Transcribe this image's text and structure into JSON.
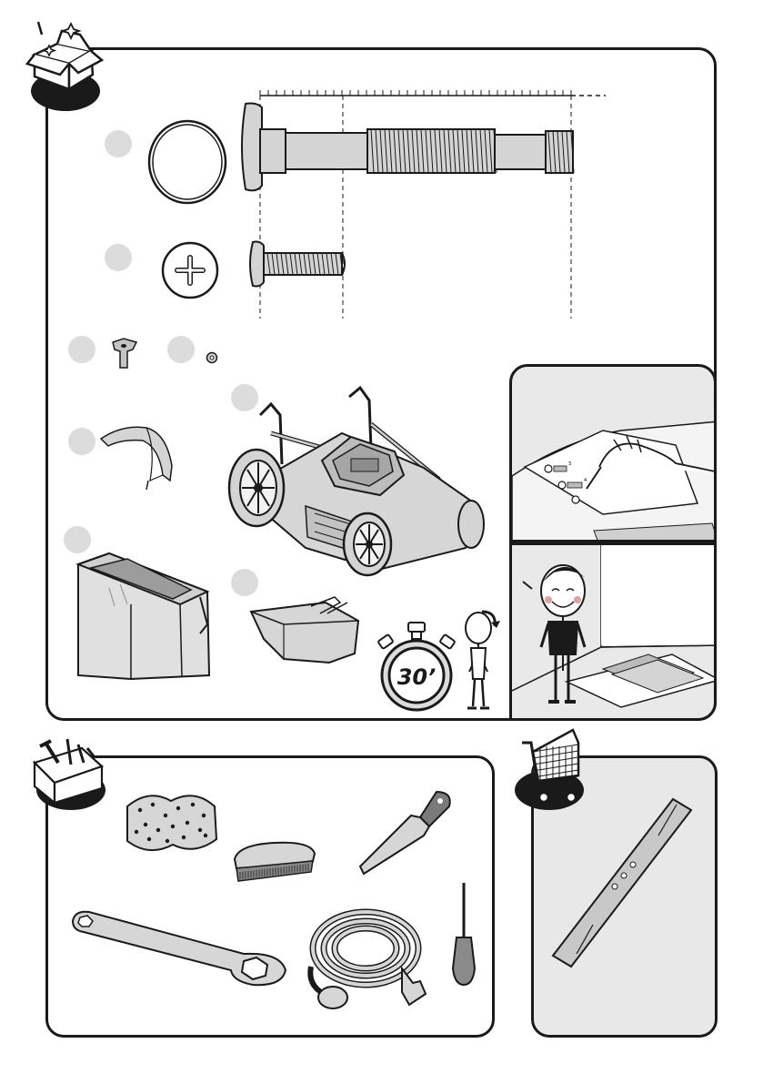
{
  "unboxing": {
    "duration_label": "30’",
    "screw_labels": [
      "3",
      "4"
    ]
  },
  "icons": [
    "open-box-icon",
    "toolbox-icon",
    "shopping-cart-icon",
    "stopwatch-icon"
  ],
  "colors": {
    "outline": "#1a1a1a",
    "panel_fill": "#e8e8e8",
    "part_fill": "#d4d4d4",
    "marker_fill": "#dcdcdc"
  }
}
